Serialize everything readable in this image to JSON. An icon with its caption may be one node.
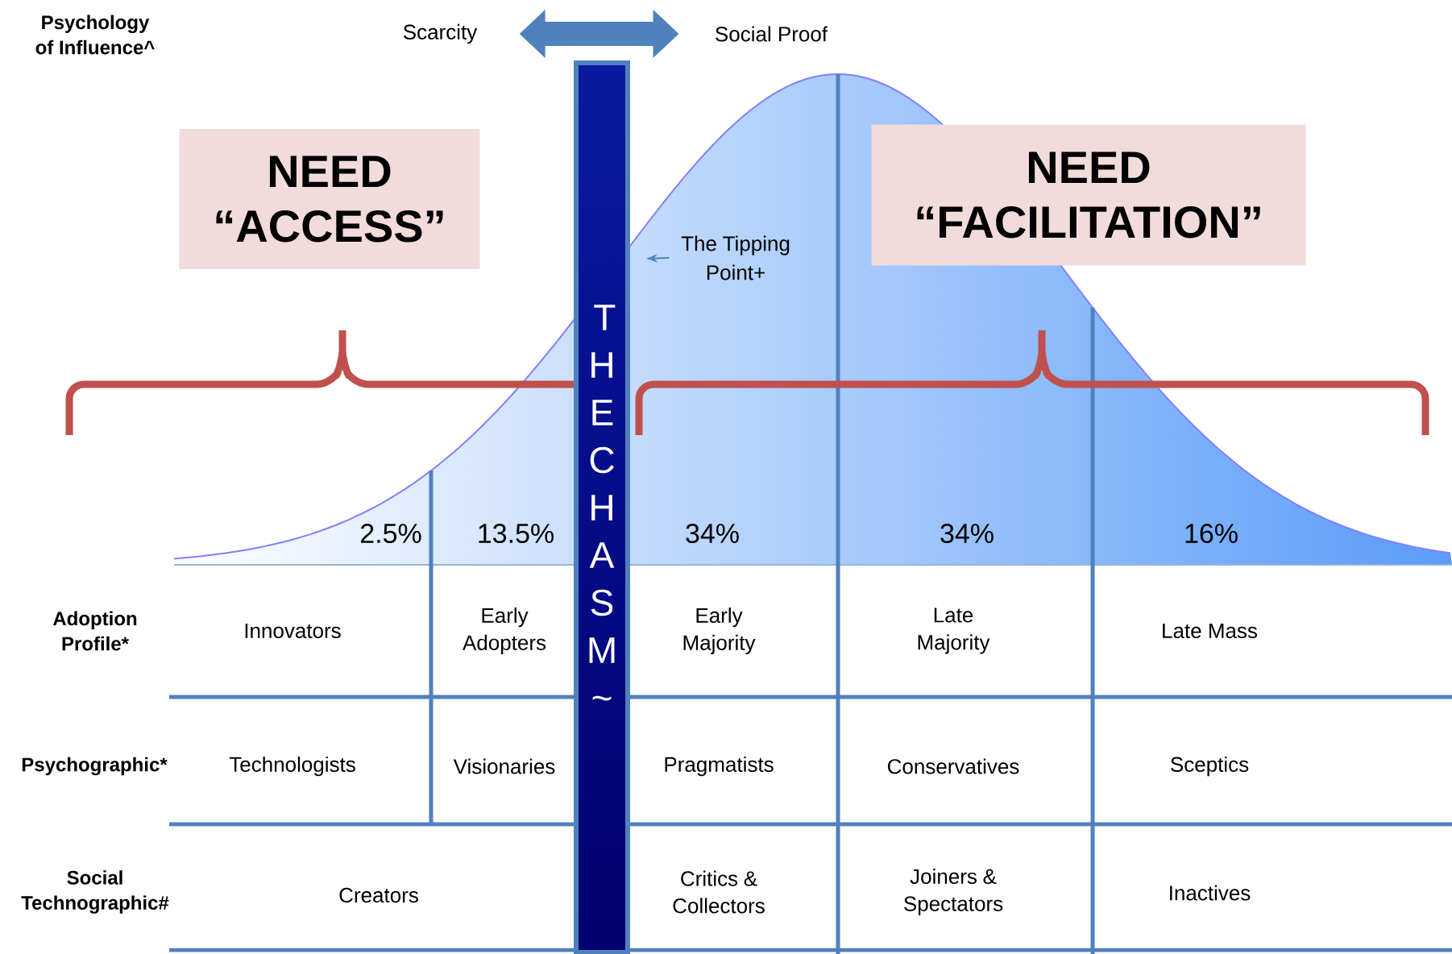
{
  "diagram": {
    "nodes": [
      {
        "text": [
          "Scarcity"
        ]
      },
      {
        "text": [
          "Social Proof"
        ]
      },
      {
        "text": [
          "NEED “ACCESS”"
        ]
      },
      {
        "text": [
          "NEED “FACILITATION”"
        ]
      },
      {
        "text": [
          "The Tipping Point+"
        ]
      },
      {
        "text": [
          "THE CHASM~"
        ]
      }
    ],
    "edges": [
      {
        "from": 0,
        "to": 1,
        "arrow": "both",
        "style": "thick"
      },
      {
        "from": 4,
        "to": null,
        "arrow": "to"
      }
    ],
    "labels": [
      "Psychology of Influence^",
      "2.5%",
      "13.5%",
      "34%",
      "34%",
      "16%",
      "Adoption Profile*",
      "Innovators",
      "Early Adopters",
      "Early Majority",
      "Late Majority",
      "Late Mass",
      "Psychographic*",
      "Technologists",
      "Visionaries",
      "Pragmatists",
      "Conservatives",
      "Sceptics",
      "Social Technographic#",
      "Creators",
      "Critics & Collectors",
      "Joiners & Spectators",
      "Inactives"
    ]
  }
}
